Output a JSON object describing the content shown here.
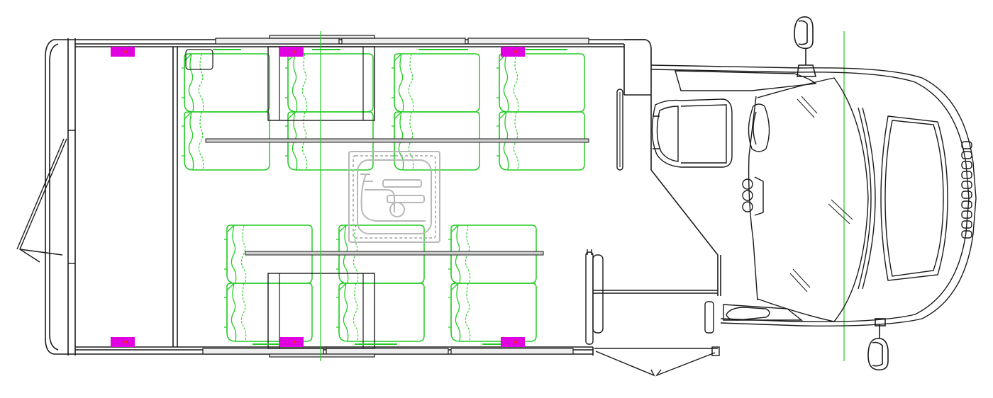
{
  "diagram": {
    "type": "vehicle-floor-plan",
    "colors": {
      "outline": "#1a1a1a",
      "seat": "#22cc22",
      "anchor": "#e000e0",
      "anchor_dot": "#ff2020",
      "wheelchair_platform": "#b8b8b8",
      "guide_line": "#22cc22"
    },
    "rows": {
      "upper": {
        "seat_count": 4,
        "anchor_count": 3
      },
      "lower": {
        "seat_count": 3,
        "anchor_count": 3
      }
    },
    "features": [
      "rear-door",
      "side-entry-door",
      "wheelchair-lift-platform",
      "driver-seat",
      "steering-wheel",
      "side-mirror-left",
      "side-mirror-right",
      "handrail"
    ]
  }
}
